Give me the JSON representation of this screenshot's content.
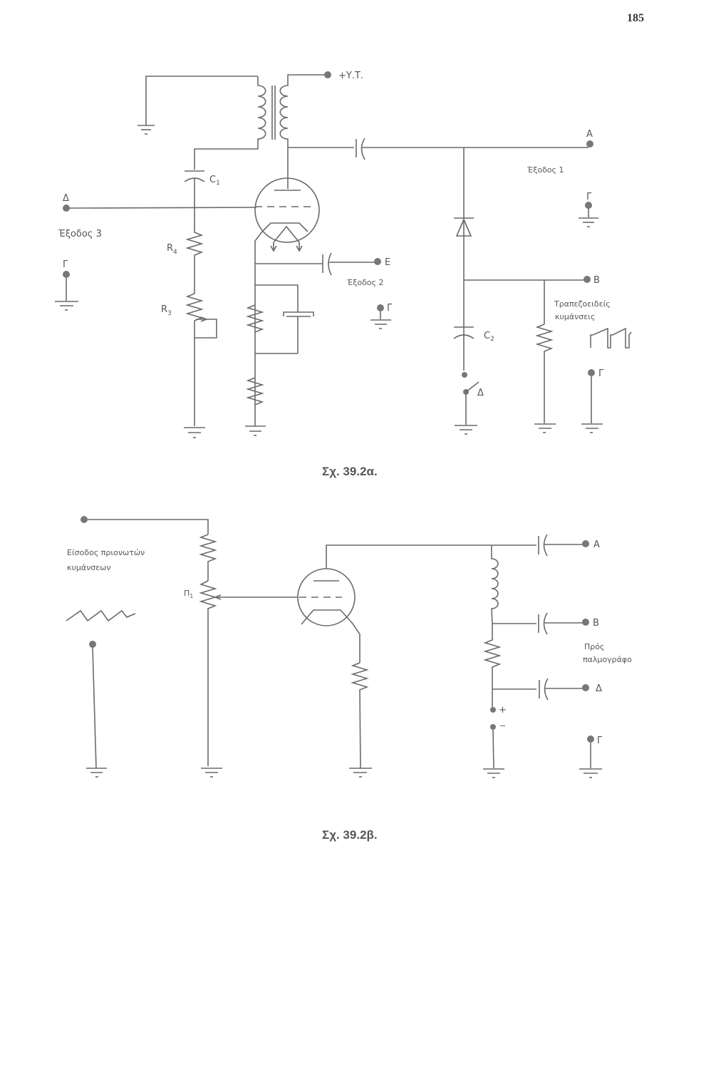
{
  "page": {
    "number": "185"
  },
  "figure_a": {
    "caption": "Σχ. 39.2α.",
    "labels": {
      "high_voltage": "+Υ.Τ.",
      "c1": "C",
      "c1_sub": "1",
      "c2": "C",
      "c2_sub": "2",
      "r4": "R",
      "r4_sub": "4",
      "r3": "R",
      "r3_sub": "3",
      "terminal_a": "Α",
      "terminal_b": "Β",
      "terminal_e": "Ε",
      "terminal_delta_left": "Δ",
      "terminal_delta_switch": "Δ",
      "terminal_gamma_1": "Γ",
      "terminal_gamma_2": "Γ",
      "terminal_gamma_3": "Γ",
      "terminal_gamma_4": "Γ",
      "output_1": "Έξοδος 1",
      "output_2": "Έξοδος 2",
      "output_3": "Έξοδος 3",
      "trapezoid_line1": "Τραπεζοειδείς",
      "trapezoid_line2": "κυμάνσεις"
    }
  },
  "figure_b": {
    "caption": "Σχ. 39.2β.",
    "labels": {
      "input_line1": "Είσοδος πριονωτών",
      "input_line2": "κυμάνσεων",
      "pot": "Π",
      "pot_sub": "1",
      "terminal_a": "Α",
      "terminal_b": "Β",
      "terminal_delta": "Δ",
      "terminal_gamma": "Γ",
      "plus": "+",
      "minus": "−",
      "scope_line1": "Πρός",
      "scope_line2": "παλμογράφο"
    }
  }
}
